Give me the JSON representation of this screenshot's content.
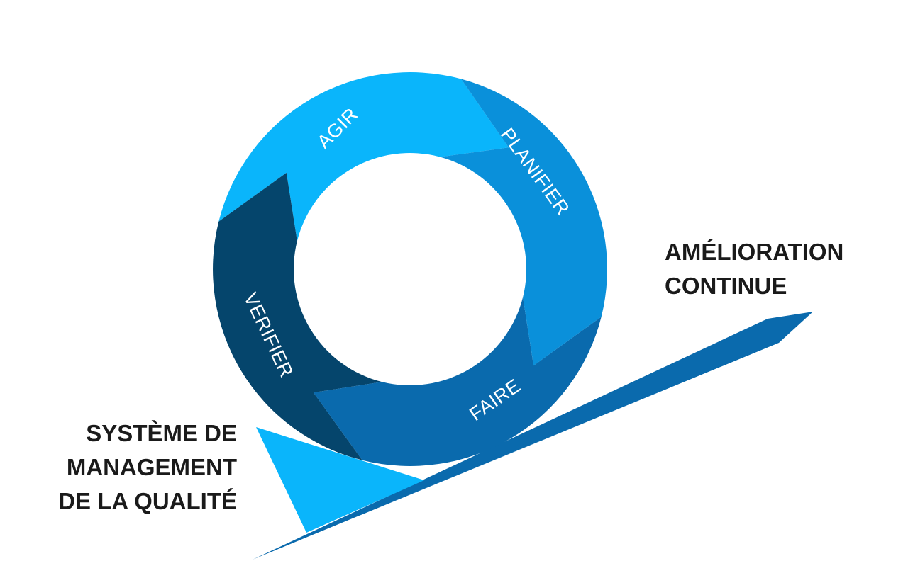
{
  "diagram": {
    "cycle": [
      {
        "key": "planifier",
        "label": "PLANIFIER",
        "color": "#0a90da"
      },
      {
        "key": "faire",
        "label": "FAIRE",
        "color": "#0a6aad"
      },
      {
        "key": "verifier",
        "label": "VERIFIER",
        "color": "#05456c"
      },
      {
        "key": "agir",
        "label": "AGIR",
        "color": "#0ab5fb"
      }
    ],
    "ramp_color": "#0a6aad",
    "wedge_color": "#0ab5fb",
    "left_label": {
      "line1": "SYSTÈME DE",
      "line2": "MANAGEMENT",
      "line3": "DE LA QUALITÉ"
    },
    "right_label": {
      "line1": "AMÉLIORATION",
      "line2": "CONTINUE"
    }
  }
}
